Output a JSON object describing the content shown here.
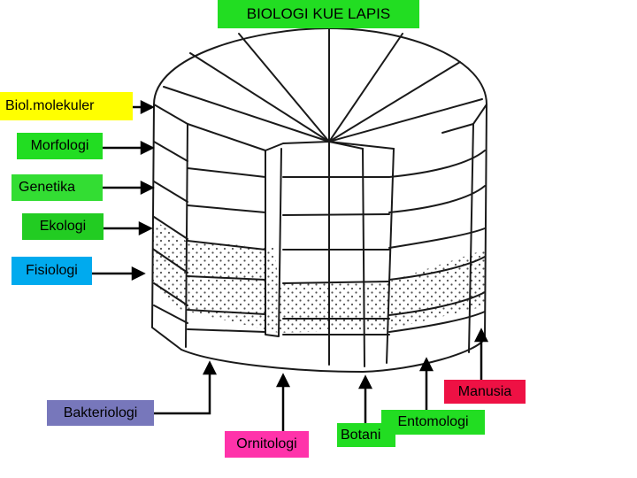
{
  "title": "BIOLOGI KUE LAPIS",
  "labels": {
    "biol_molekuler": "Biol.molekuler",
    "morfologi": "Morfologi",
    "genetika": "Genetika",
    "ekologi": "Ekologi",
    "fisiologi": "Fisiologi",
    "bakteriologi": "Bakteriologi",
    "ornitologi": "Ornitologi",
    "botani": "Botani",
    "entomologi": "Entomologi",
    "manusia": "Manusia"
  },
  "colors": {
    "title_bg": "#22dd22",
    "biol_molekuler_bg": "#ffff00",
    "morfologi_bg": "#22dd22",
    "genetika_bg": "#33dd33",
    "ekologi_bg": "#22cc22",
    "fisiologi_bg": "#00aaee",
    "bakteriologi_bg": "#7777bb",
    "ornitologi_bg": "#ff33aa",
    "botani_bg": "#22dd22",
    "entomologi_bg": "#22dd22",
    "manusia_bg": "#ee1144"
  }
}
